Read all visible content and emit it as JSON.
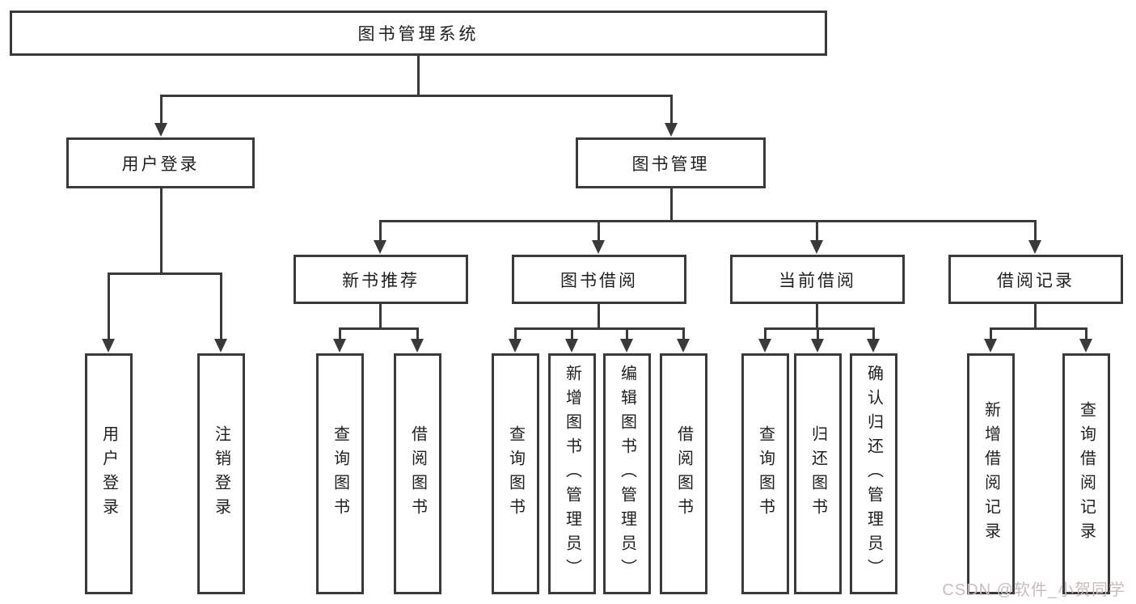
{
  "title": "图书管理系统",
  "nodes": {
    "user_login": {
      "label": "用户登录",
      "children": [
        "用户登录",
        "注销登录"
      ]
    },
    "book_mgmt": {
      "label": "图书管理"
    },
    "new_books": {
      "label": "新书推荐",
      "children": [
        "查询图书",
        "借阅图书"
      ]
    },
    "book_borrow": {
      "label": "图书借阅",
      "children": [
        "查询图书",
        "新增图书（管理员）",
        "编辑图书（管理员）",
        "借阅图书"
      ]
    },
    "current_borrow": {
      "label": "当前借阅",
      "children": [
        "查询图书",
        "归还图书",
        "确认归还（管理员）"
      ]
    },
    "borrow_records": {
      "label": "借阅记录",
      "children": [
        "新增借阅记录",
        "查询借阅记录"
      ]
    }
  },
  "watermark": {
    "text": "CSDN @软件_小贺同学",
    "color": "#c8bcbc"
  },
  "colors": {
    "line": "#3a3a3a",
    "text": "#1f1f1f",
    "background": "#ffffff"
  }
}
